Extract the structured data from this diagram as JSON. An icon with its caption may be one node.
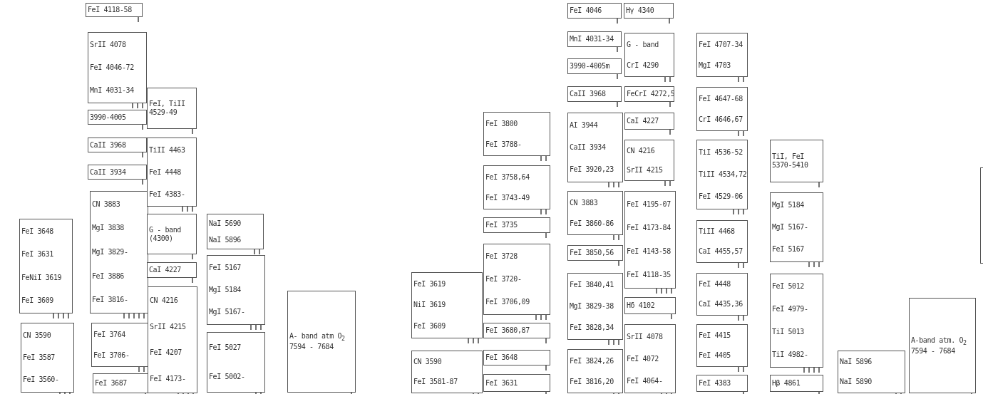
{
  "diagram": {
    "nodes": [
      {
        "text": [
          "FeI 4118-58"
        ]
      },
      {
        "text": [
          "SrII 4078",
          "FeI 4046-72",
          "MnI 4031-34"
        ]
      },
      {
        "text": [
          "3990-4005"
        ]
      },
      {
        "text": [
          "CaII 3968"
        ]
      },
      {
        "text": [
          "CaII 3934"
        ]
      },
      {
        "text": [
          "CN 3883",
          "MgI 3838",
          "MgI 3829-",
          "FeI 3886",
          "FeI 3816-"
        ]
      },
      {
        "text": [
          "FeI 3648",
          "FeI 3631",
          "FeNiI 3619",
          "FeI 3609"
        ]
      },
      {
        "text": [
          "CN 3590",
          "FeI 3587",
          "FeI 3560-"
        ]
      },
      {
        "text": [
          "FeI 3764",
          "FeI 3706-"
        ]
      },
      {
        "text": [
          "FeI 3687"
        ]
      },
      {
        "text": [
          "FeI, TiII 4529-49"
        ]
      },
      {
        "text": [
          "TiII 4463",
          "FeI 4448",
          "FeI 4383-"
        ]
      },
      {
        "text": [
          "G - band (4300)"
        ]
      },
      {
        "text": [
          "CaI 4227"
        ]
      },
      {
        "text": [
          "CN 4216",
          "SrII 4215",
          "FeI 4207",
          "FeI 4173-"
        ]
      },
      {
        "text": [
          "NaI 5690",
          "NaI 5896"
        ]
      },
      {
        "text": [
          "FeI 5167",
          "MgI 5184",
          "MgI 5167-"
        ]
      },
      {
        "text": [
          "FeI 5027",
          "FeI 5002-"
        ]
      },
      {
        "text": [
          "A- band atm O$_{2}$ 7594 - 7684"
        ]
      },
      {
        "text": [
          "FeI 4046"
        ]
      },
      {
        "text": [
          "Hγ 4340"
        ]
      },
      {
        "text": [
          "MnI 4031-34"
        ]
      },
      {
        "text": [
          "3990-4005m"
        ]
      },
      {
        "text": [
          "CaII 3968"
        ]
      },
      {
        "text": [
          "AI 3944",
          "CaII 3934",
          "FeI 3920,23"
        ]
      },
      {
        "text": [
          "FeI 3800",
          "FeI 3788-"
        ]
      },
      {
        "text": [
          "FeI 3758,64",
          "FeI 3743-49"
        ]
      },
      {
        "text": [
          "FeI 3735"
        ]
      },
      {
        "text": [
          "FeI 3728",
          "FeI 3720-",
          "FeI 3706,09"
        ]
      },
      {
        "text": [
          "FeI 3619",
          "NiI 3619",
          "FeI 3609"
        ]
      },
      {
        "text": [
          "FeI 3680,87"
        ]
      },
      {
        "text": [
          "CN 3883",
          "FeI 3860-86"
        ]
      },
      {
        "text": [
          "FeI 3850,56"
        ]
      },
      {
        "text": [
          "FeI 3840,41",
          "MgI 3829-38",
          "FeI 3828,34"
        ]
      },
      {
        "text": [
          "CN 3590",
          "FeI 3581-87"
        ]
      },
      {
        "text": [
          "FeI 3648"
        ]
      },
      {
        "text": [
          "FeI 3631"
        ]
      },
      {
        "text": [
          "FeI 3824,26",
          "FeI 3816,20"
        ]
      },
      {
        "text": [
          "G - band",
          "CrI 4290"
        ]
      },
      {
        "text": [
          "FeCrI 4272,5"
        ]
      },
      {
        "text": [
          "CaI 4227"
        ]
      },
      {
        "text": [
          "CN 4216",
          "SrII 4215"
        ]
      },
      {
        "text": [
          "FeI 4195-07",
          "FeI 4173-84",
          "FeI 4143-58",
          "FeI 4118-35"
        ]
      },
      {
        "text": [
          "Hδ 4102"
        ]
      },
      {
        "text": [
          "SrII 4078",
          "FeI 4072",
          "FeI 4064-"
        ]
      },
      {
        "text": [
          "FeI 4707-34",
          "MgI 4703"
        ]
      },
      {
        "text": [
          "FeI 4647-68",
          "CrI 4646,67"
        ]
      },
      {
        "text": [
          "TiI 4536-52",
          "TiII 4534,72",
          "FeI 4529-06"
        ]
      },
      {
        "text": [
          "TiII 4468",
          "CaI 4455,57"
        ]
      },
      {
        "text": [
          "FeI 4448",
          "CaI 4435,36"
        ]
      },
      {
        "text": [
          "FeI 4415",
          "FeI 4405"
        ]
      },
      {
        "text": [
          "FeI 4383"
        ]
      },
      {
        "text": [
          "TiI, FeI 5370-5410"
        ]
      },
      {
        "text": [
          "MgI 5184",
          "MgI 5167-",
          "FeI 5167"
        ]
      },
      {
        "text": [
          "FeI 5012",
          "FeI 4979-",
          "TiI 5013",
          "TiI 4982-"
        ]
      },
      {
        "text": [
          "Hβ 4861"
        ]
      },
      {
        "text": [
          "NaI 5896",
          "NaI 5890"
        ]
      },
      {
        "text": [
          "A-band atm. O$_{2}$ 7594 - 7684"
        ]
      },
      {
        "text": [],
        "shape": "box"
      }
    ]
  }
}
